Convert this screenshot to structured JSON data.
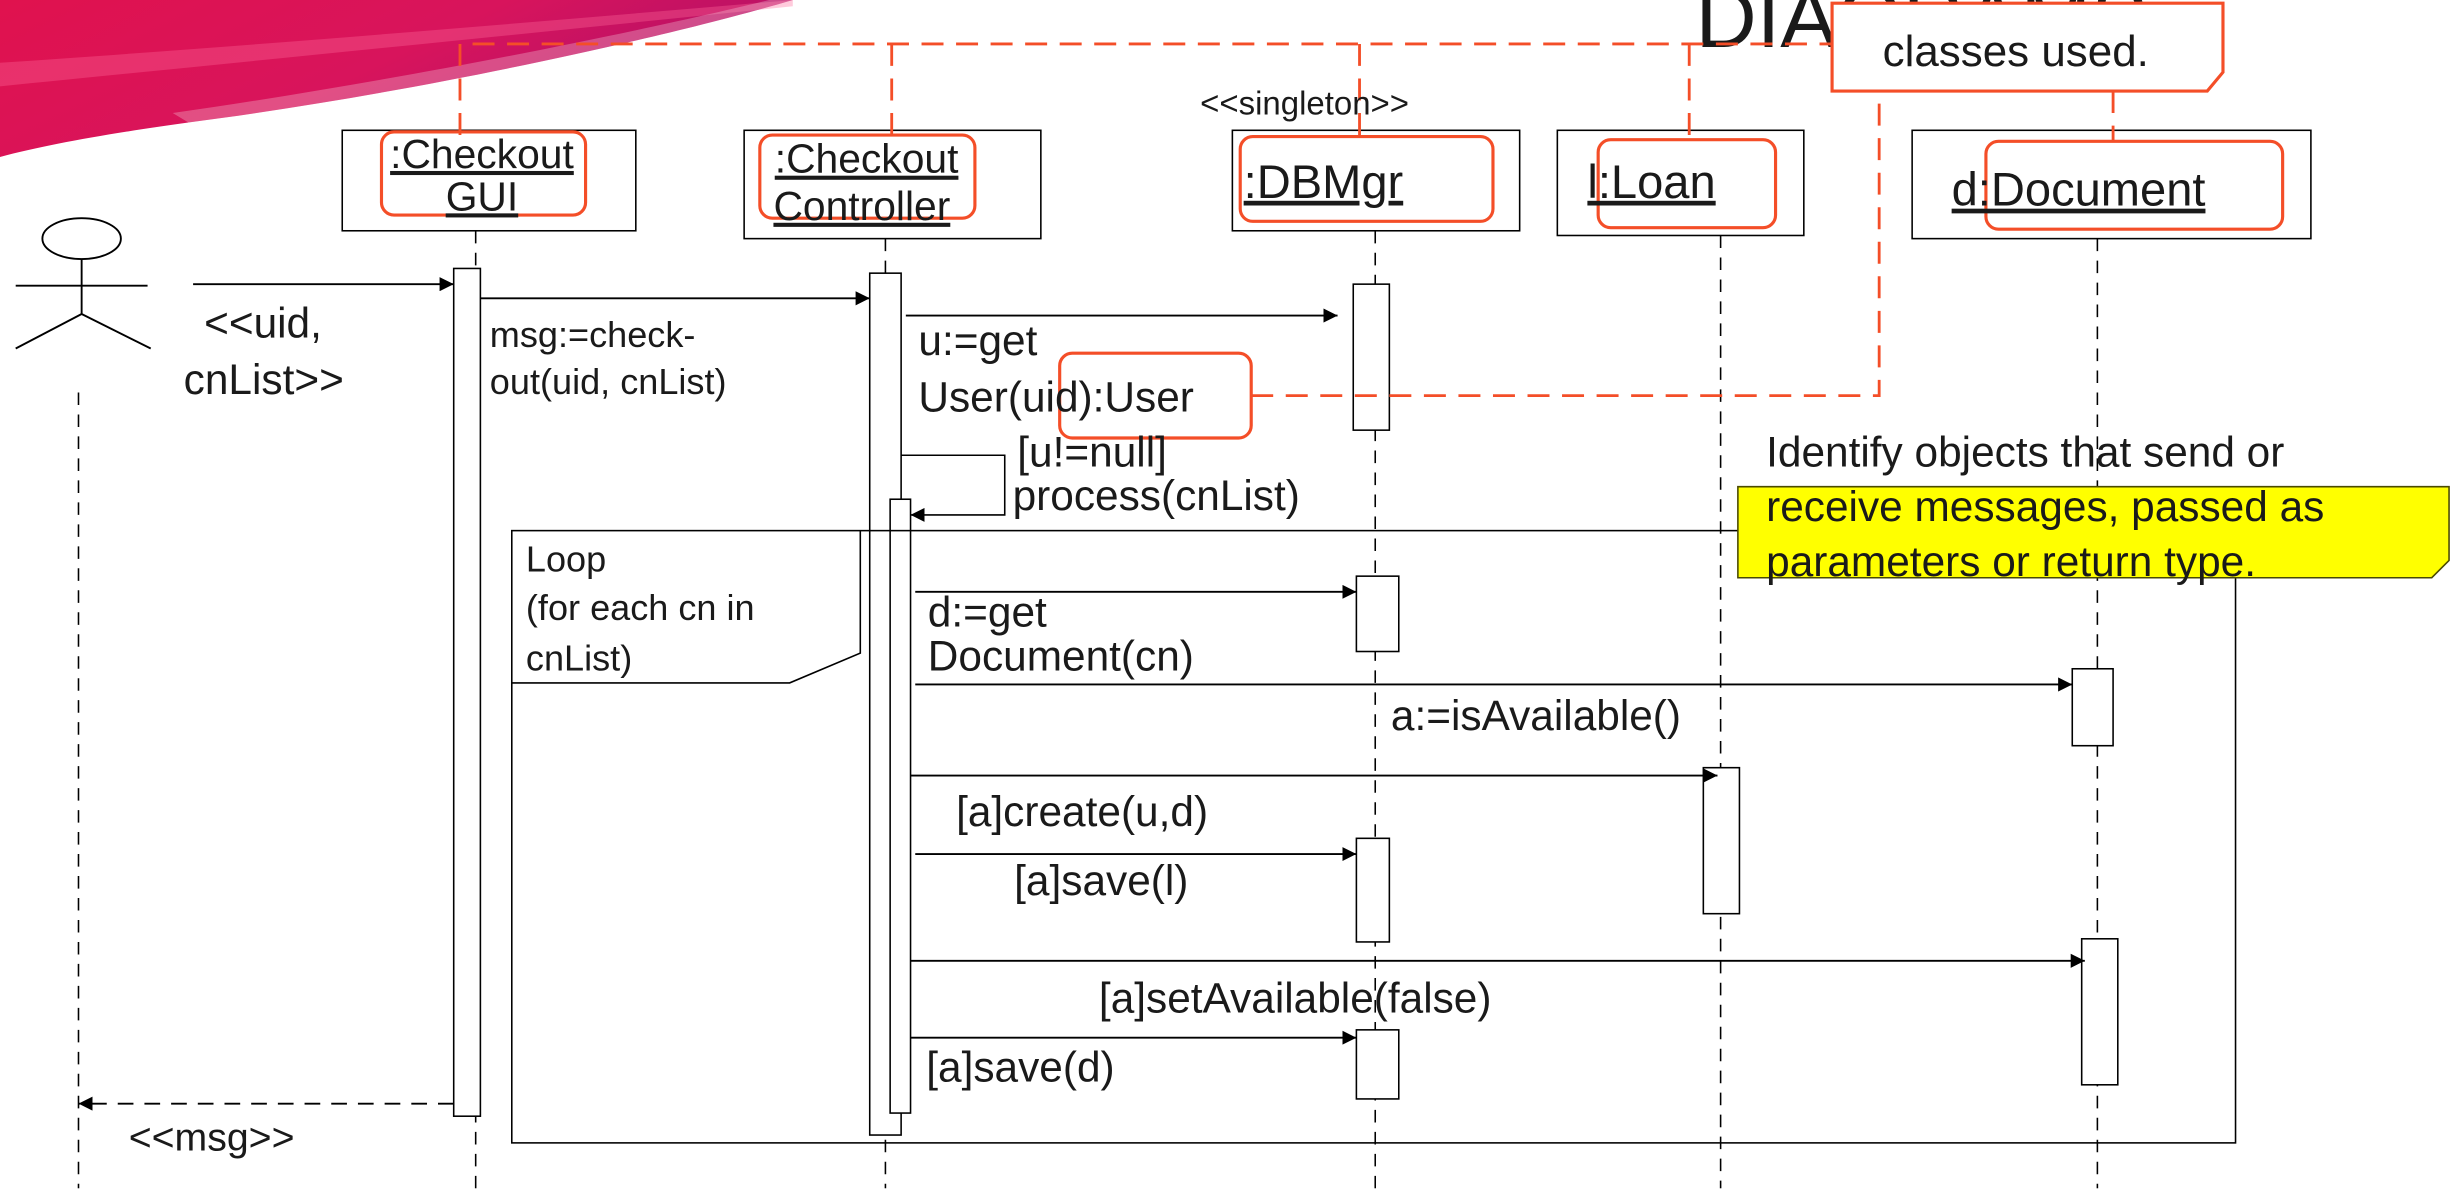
{
  "slide": {
    "title_fragment": "DIAGRAMS",
    "callout_top": "classes used.",
    "callout_note_line1": "Identify objects that send or",
    "callout_note_line2": "receive messages, passed as",
    "callout_note_line3": "parameters or return type."
  },
  "stereotype": "<<singleton>>",
  "lifelines": [
    {
      "id": "checkout-gui",
      "line1": ":Checkout",
      "line2": "GUI"
    },
    {
      "id": "checkout-controller",
      "line1": ":Checkout",
      "line2": "Controller"
    },
    {
      "id": "dbmgr",
      "line1": ":DBMgr"
    },
    {
      "id": "loan",
      "line1": "l:Loan"
    },
    {
      "id": "document",
      "line1": "d:Document"
    }
  ],
  "messages": [
    {
      "id": "uid-cnlist",
      "line1": "<<uid,",
      "line2": "cnList>>"
    },
    {
      "id": "checkout",
      "line1": "msg:=check-",
      "line2": "out(uid, cnList)"
    },
    {
      "id": "get-user",
      "line1": "u:=get",
      "line2": "User(uid):User"
    },
    {
      "id": "process",
      "line1": "[u!=null]",
      "line2": "process(cnList)"
    },
    {
      "id": "get-document",
      "line1": "d:=get",
      "line2": "Document(cn)"
    },
    {
      "id": "is-available",
      "line1": "a:=isAvailable()"
    },
    {
      "id": "create",
      "line1": "[a]create(u,d)"
    },
    {
      "id": "save-loan",
      "line1": "[a]save(l)"
    },
    {
      "id": "set-available",
      "line1": "[a]setAvailable(false)"
    },
    {
      "id": "save-doc",
      "line1": "[a]save(d)"
    },
    {
      "id": "return-msg",
      "line1": "<<msg>>"
    }
  ],
  "loop": {
    "line1": "Loop",
    "line2": "(for each cn in",
    "line3": "cnList)"
  },
  "colors": {
    "highlight": "#f44e28",
    "note_fill": "#ffff00",
    "banner": "#d8145c"
  }
}
